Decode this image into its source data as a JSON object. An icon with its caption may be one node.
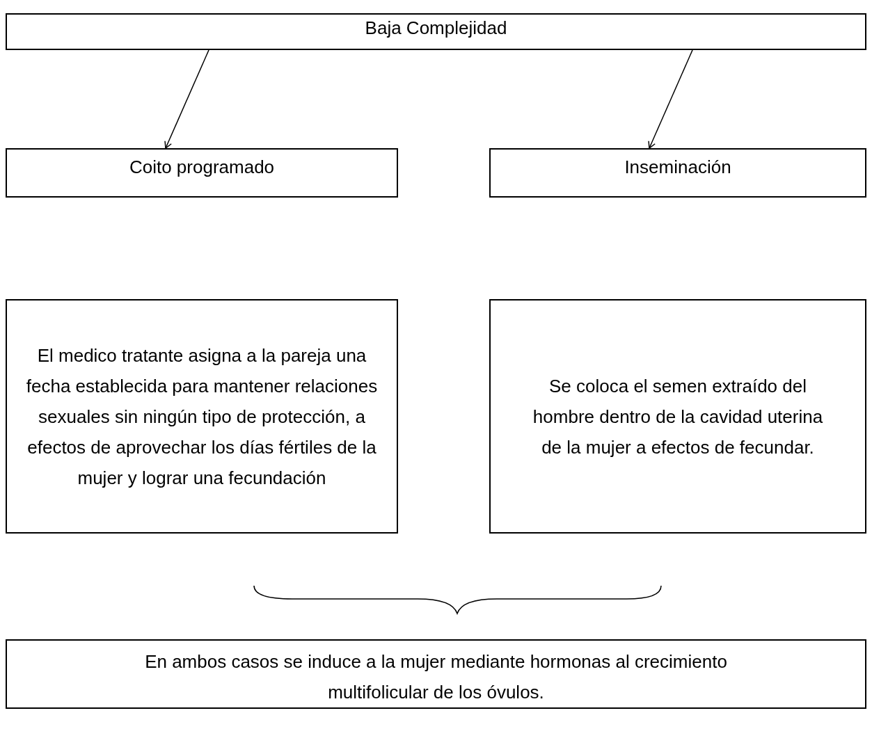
{
  "diagram": {
    "nodes": [
      {
        "text": [
          "Baja Complejidad"
        ]
      },
      {
        "text": [
          "Coito programado"
        ]
      },
      {
        "text": [
          "Inseminación"
        ]
      },
      {
        "text": [
          "El medico tratante asigna a la pareja una fecha establecida para mantener relaciones sexuales sin ningún tipo de protección, a efectos de aprovechar los días fértiles de la mujer y lograr una fecundación"
        ]
      },
      {
        "text": [
          "Se coloca el semen extraído del hombre dentro de la cavidad uterina de la mujer a efectos de fecundar."
        ]
      },
      {
        "text": [
          "En ambos casos se induce a la mujer mediante hormonas al crecimiento multifolicular de los óvulos."
        ]
      }
    ],
    "edges": [
      {
        "from": 0,
        "to": 1,
        "arrow": "to"
      },
      {
        "from": 0,
        "to": 2,
        "arrow": "to"
      }
    ]
  }
}
